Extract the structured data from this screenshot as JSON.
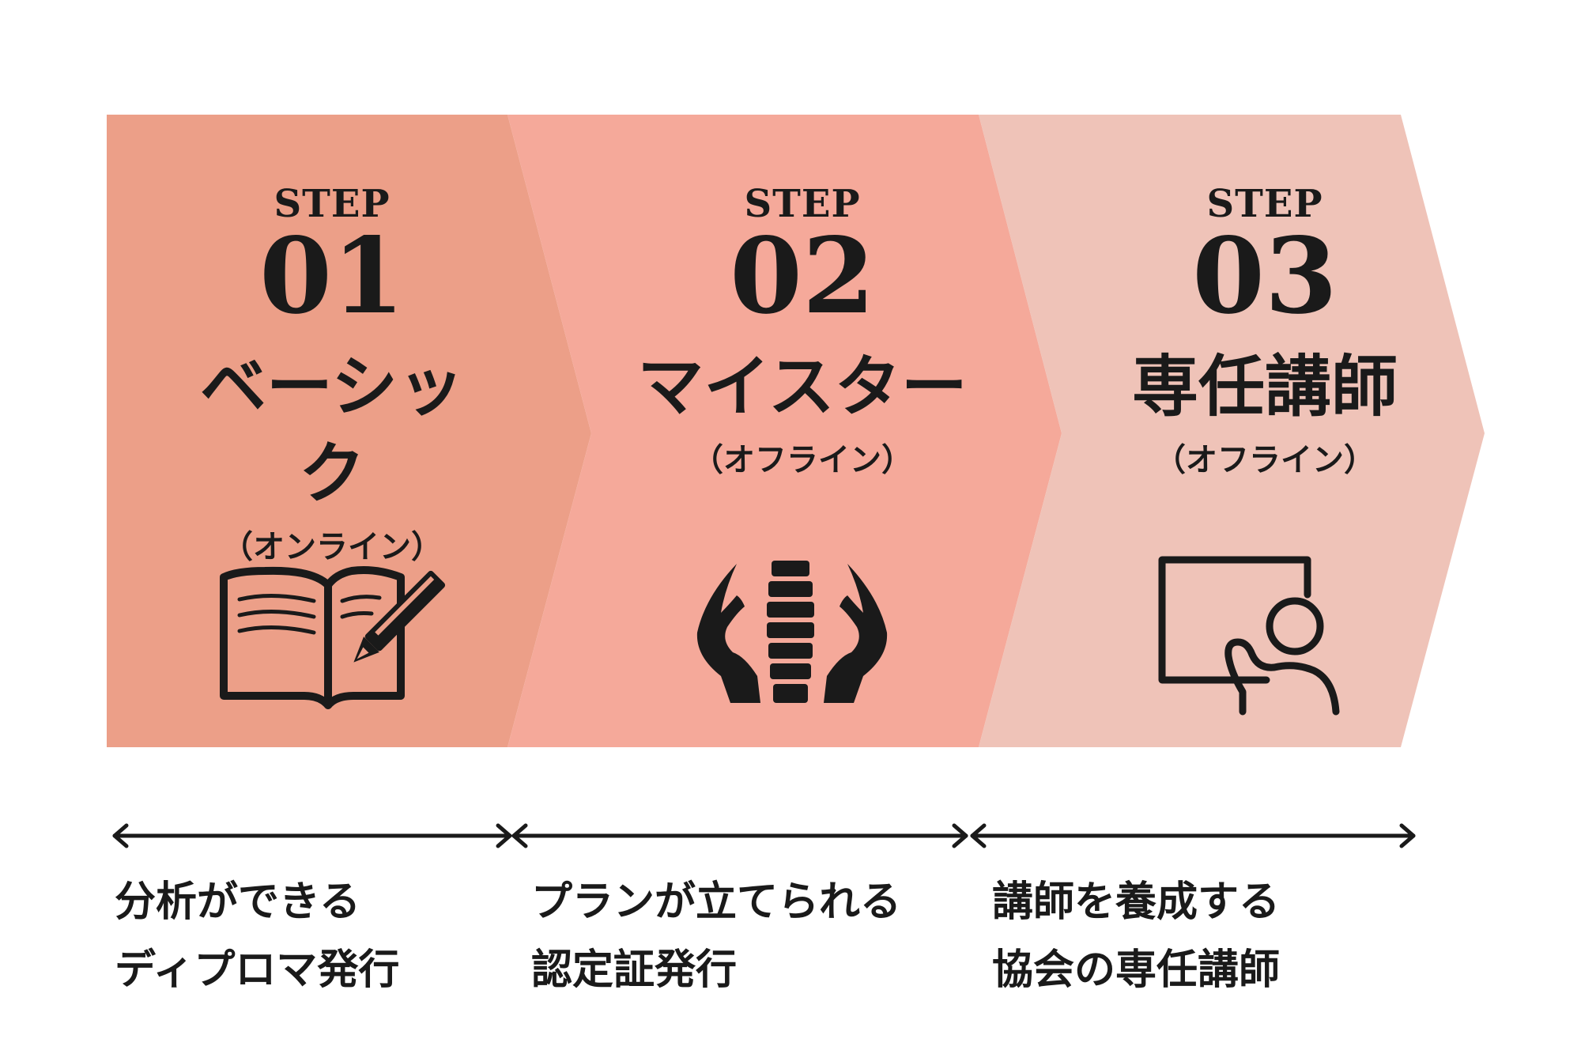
{
  "colors": {
    "step1": "#ec9f88",
    "step2": "#f5a99a",
    "step3": "#efc3b8",
    "ink": "#1a1a1a"
  },
  "steps": [
    {
      "label": "STEP",
      "number": "01",
      "title": "ベーシック",
      "subtitle": "（オンライン）",
      "icon": "book-pen-icon",
      "desc_line1": "分析ができる",
      "desc_line2": "ディプロマ発行"
    },
    {
      "label": "STEP",
      "number": "02",
      "title": "マイスター",
      "subtitle": "（オフライン）",
      "icon": "hands-spine-icon",
      "desc_line1": "プランが立てられる",
      "desc_line2": "認定証発行"
    },
    {
      "label": "STEP",
      "number": "03",
      "title": "専任講師",
      "subtitle": "（オフライン）",
      "icon": "teacher-board-icon",
      "desc_line1": "講師を養成する",
      "desc_line2": "協会の専任講師"
    }
  ]
}
